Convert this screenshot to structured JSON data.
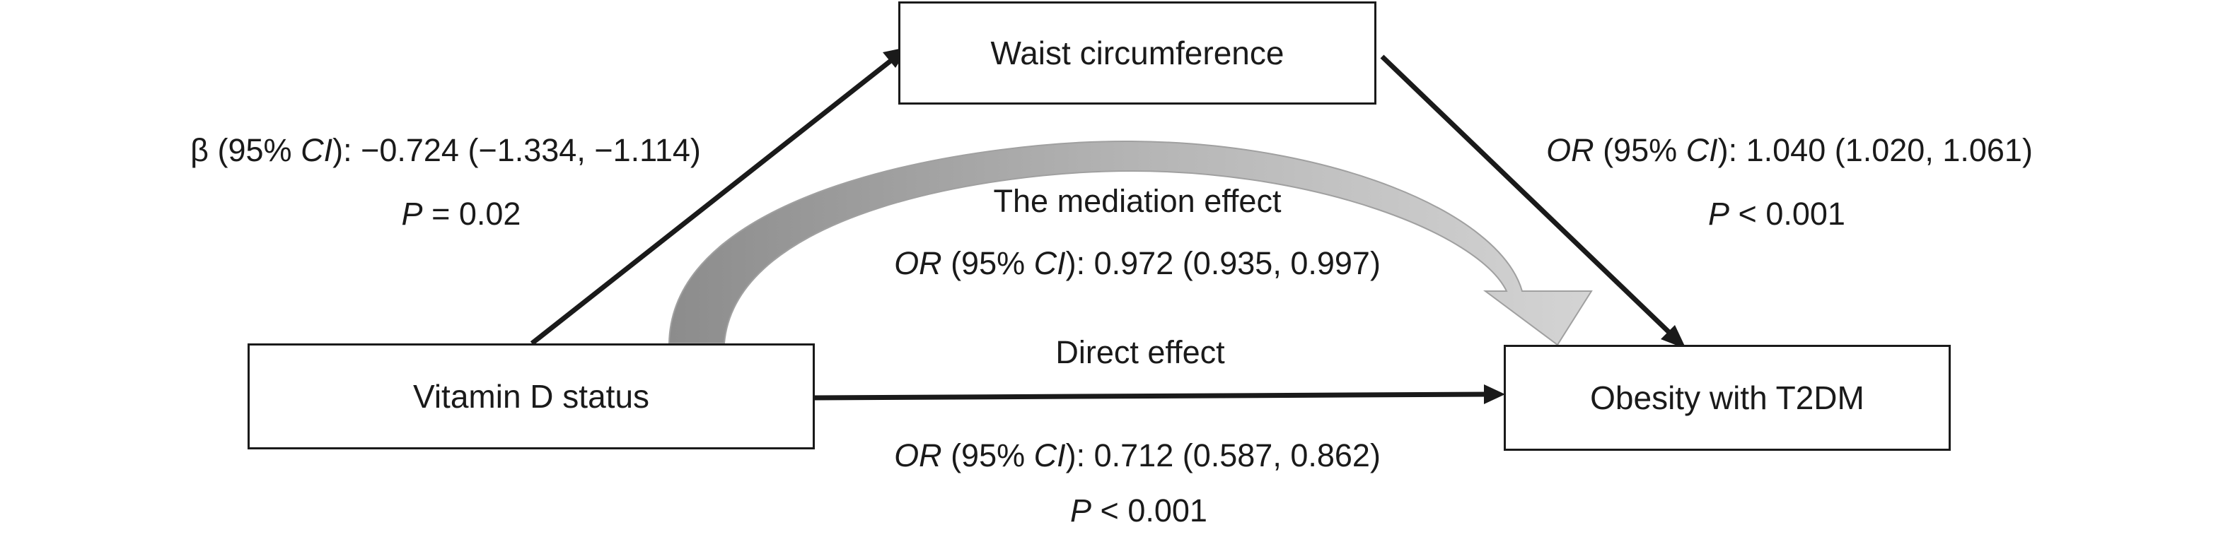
{
  "nodes": {
    "mediator": "Waist circumference",
    "exposure": "Vitamin D status",
    "outcome": "Obesity with T2DM"
  },
  "path_a": {
    "stat_prefix": "β (95% ",
    "ci_label": "CI",
    "stat_value": "): −0.724 (−1.334, −1.114)",
    "p_label": "P",
    "p_value": " = 0.02"
  },
  "path_b": {
    "or_label": "OR",
    "open": " (95% ",
    "ci_label": "CI",
    "stat_value": "): 1.040 (1.020, 1.061)",
    "p_label": "P",
    "p_value": " < 0.001"
  },
  "mediation": {
    "title": "The mediation effect",
    "or_label": "OR",
    "open": " (95% ",
    "ci_label": "CI",
    "stat_value": "): 0.972 (0.935, 0.997)"
  },
  "direct": {
    "title": "Direct effect",
    "or_label": "OR",
    "open": " (95% ",
    "ci_label": "CI",
    "stat_value": "): 0.712 (0.587, 0.862)",
    "p_label": "P",
    "p_value": " < 0.001"
  },
  "colors": {
    "line": "#1a1a1a",
    "curve_light": "#d0d0d0",
    "curve_dark": "#8c8c8c"
  }
}
